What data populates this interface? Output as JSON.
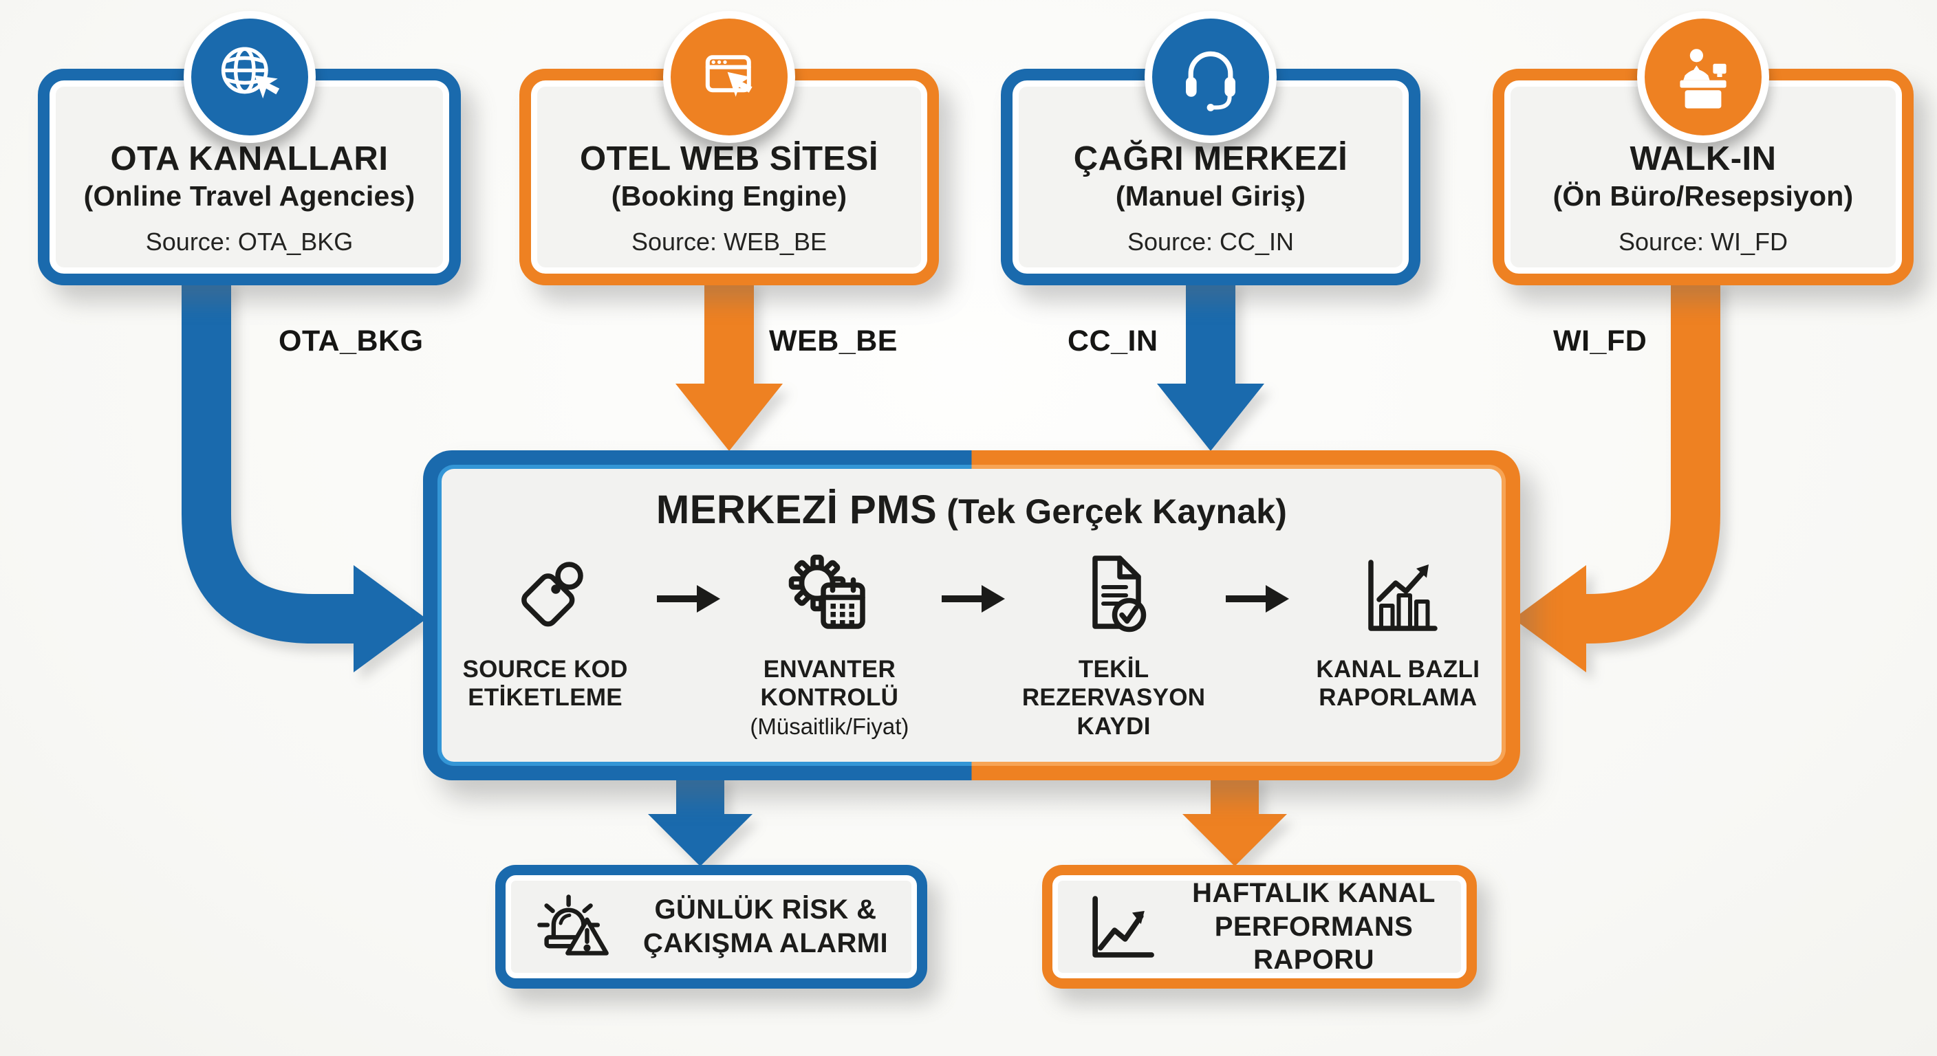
{
  "palette": {
    "blue": "#1a6aad",
    "blue_light": "#3496d6",
    "orange": "#ee8122",
    "orange_light": "#f7a455",
    "panel_fill": "#f2f2f0",
    "text": "#1c1c1a",
    "background": "#fbfbf9"
  },
  "sources": [
    {
      "title": "OTA KANALLARI",
      "subtitle": "(Online Travel Agencies)",
      "source_line": "Source: OTA_BKG",
      "channel_label": "OTA_BKG",
      "color": "blue",
      "icon": "globe-cursor-icon"
    },
    {
      "title": "OTEL WEB SİTESİ",
      "subtitle": "(Booking Engine)",
      "source_line": "Source: WEB_BE",
      "channel_label": "WEB_BE",
      "color": "orange",
      "icon": "browser-cursor-icon"
    },
    {
      "title": "ÇAĞRI MERKEZİ",
      "subtitle": "(Manuel Giriş)",
      "source_line": "Source: CC_IN",
      "channel_label": "CC_IN",
      "color": "blue",
      "icon": "headset-icon"
    },
    {
      "title": "WALK-IN",
      "subtitle": "(Ön Büro/Resepsiyon)",
      "source_line": "Source: WI_FD",
      "channel_label": "WI_FD",
      "color": "orange",
      "icon": "reception-desk-icon"
    }
  ],
  "pms": {
    "title": "MERKEZİ PMS",
    "title_suffix": " (Tek Gerçek Kaynak)",
    "steps": [
      {
        "label": "SOURCE KOD ETİKETLEME",
        "icon": "price-tag-icon"
      },
      {
        "label": "ENVANTER KONTROLÜ",
        "sub": "(Müsaitlik/Fiyat)",
        "icon": "gear-calendar-icon"
      },
      {
        "label": "TEKİL REZERVASYON KAYDI",
        "icon": "document-check-icon"
      },
      {
        "label": "KANAL BAZLI RAPORLAMA",
        "icon": "bar-chart-icon"
      }
    ]
  },
  "outputs": [
    {
      "label": "GÜNLÜK RİSK & ÇAKIŞMA ALARMI",
      "color": "blue",
      "icon": "alarm-warning-icon"
    },
    {
      "label": "HAFTALIK KANAL PERFORMANS RAPORU",
      "color": "orange",
      "icon": "line-chart-icon"
    }
  ]
}
